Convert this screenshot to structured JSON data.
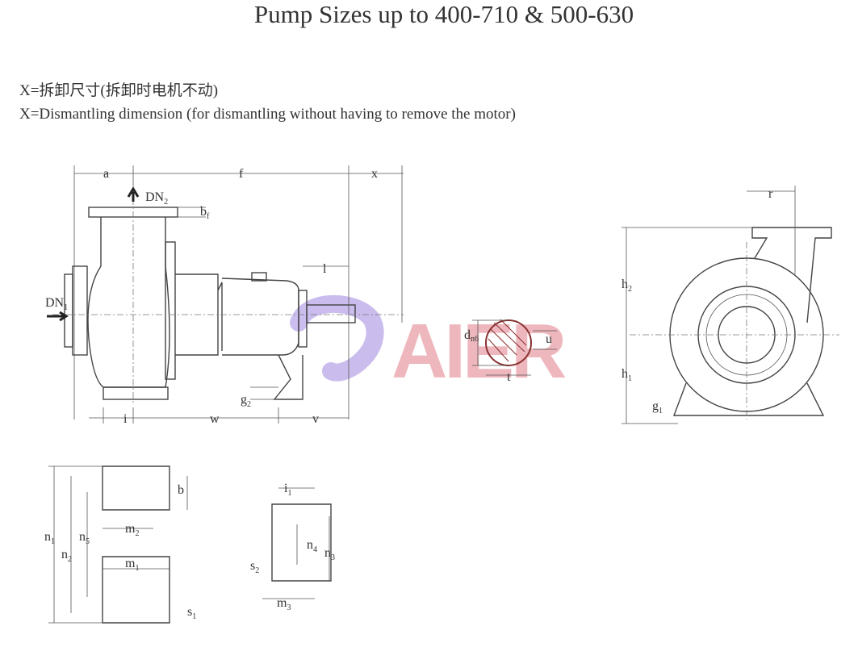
{
  "title": "Pump Sizes up to 400-710 & 500-630",
  "notes": [
    "X=拆卸尺寸(拆卸时电机不动)",
    "X=Dismantling dimension (for dismantling without having to remove the motor)"
  ],
  "watermark": {
    "text": "AIER",
    "color": "#e8a0a8"
  },
  "labels": {
    "a": {
      "t": "a",
      "s": ""
    },
    "f": {
      "t": "f",
      "s": ""
    },
    "x": {
      "t": "x",
      "s": ""
    },
    "DN2": {
      "t": "DN",
      "s": "2"
    },
    "bf": {
      "t": "b",
      "s": "f"
    },
    "l": {
      "t": "l",
      "s": ""
    },
    "DN1": {
      "t": "DN",
      "s": "1"
    },
    "dn6": {
      "t": "d",
      "s": "n6"
    },
    "u": {
      "t": "u",
      "s": ""
    },
    "t": {
      "t": "t",
      "s": ""
    },
    "g2": {
      "t": "g",
      "s": "2"
    },
    "i": {
      "t": "i",
      "s": ""
    },
    "w": {
      "t": "w",
      "s": ""
    },
    "v": {
      "t": "v",
      "s": ""
    },
    "r": {
      "t": "r",
      "s": ""
    },
    "h2": {
      "t": "h",
      "s": "2"
    },
    "h1": {
      "t": "h",
      "s": "1"
    },
    "g1": {
      "t": "g",
      "s": "1"
    },
    "b": {
      "t": "b",
      "s": ""
    },
    "m2": {
      "t": "m",
      "s": "2"
    },
    "n1": {
      "t": "n",
      "s": "1"
    },
    "n5": {
      "t": "n",
      "s": "5"
    },
    "n2": {
      "t": "n",
      "s": "2"
    },
    "m1": {
      "t": "m",
      "s": "1"
    },
    "s1": {
      "t": "s",
      "s": "1"
    },
    "i1": {
      "t": "i",
      "s": "1"
    },
    "n4": {
      "t": "n",
      "s": "4"
    },
    "n3": {
      "t": "n",
      "s": "3"
    },
    "s2": {
      "t": "s",
      "s": "2"
    },
    "m3": {
      "t": "m",
      "s": "3"
    }
  }
}
